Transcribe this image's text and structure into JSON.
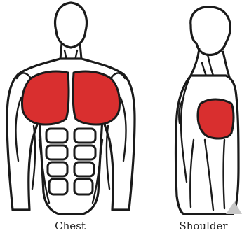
{
  "figures": [
    {
      "label": "Chest",
      "highlighted_muscle": "chest-muscle",
      "view": "front"
    },
    {
      "label": "Shoulder",
      "highlighted_muscle": "shoulder-muscle",
      "view": "side"
    }
  ],
  "colors": {
    "highlight": "#d92f2f",
    "outline": "#1a1a1a",
    "background": "#ffffff",
    "corner_accent": "#c8c8c8"
  }
}
